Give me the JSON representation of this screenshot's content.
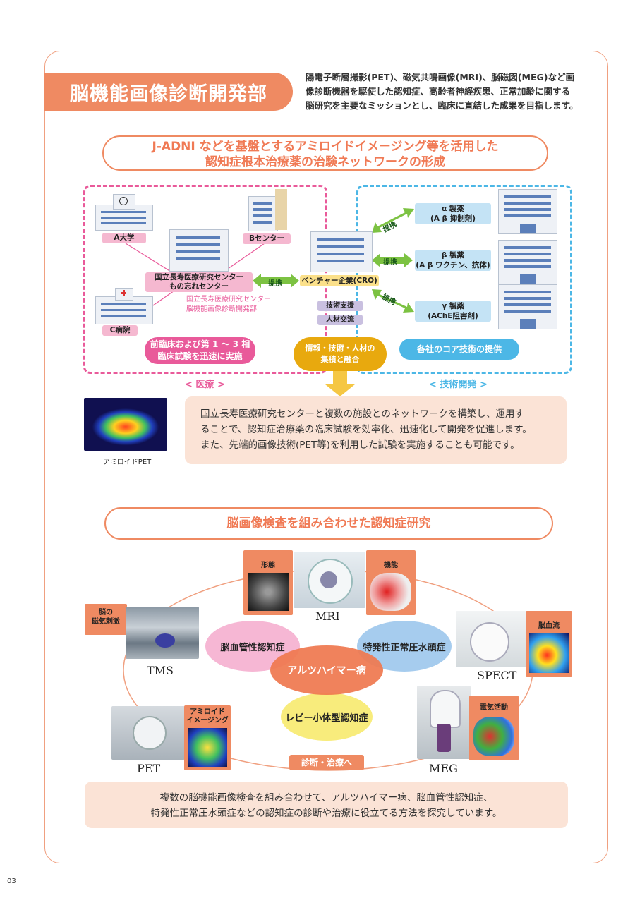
{
  "header": {
    "title": "脳機能画像診断開発部",
    "intro_lines": [
      "陽電子断層撮影(PET)、磁気共鳴画像(MRI)、脳磁図(MEG)など画",
      "像診断機器を駆使した認知症、高齢者神経疾患、正常加齢に関する",
      "脳研究を主要なミッションとし、臨床に直結した成果を目指します。"
    ]
  },
  "section1": {
    "heading_lines": [
      "J-ADNI などを基盤とするアミロイドイメージング等を活用した",
      "認知症根本治療薬の治験ネットワークの形成"
    ],
    "a_univ": "A大学",
    "b_center": "Bセンター",
    "c_hospital": "C病院",
    "ncgg_lines": [
      "国立長寿医療研究センター",
      "もの忘れセンター"
    ],
    "ncgg_sub_lines": [
      "国立長寿医療研究センター",
      "脳機能画像診断開発部"
    ],
    "partner_label": "提携",
    "venture": "ベンチャー企業(CRO)",
    "tech_support": "技術支援",
    "staff_exchange": "人材交流",
    "fusion_lines": [
      "情報・技術・人材の",
      "集積と融合"
    ],
    "clinical_lines": [
      "前臨床および第 1 ～ 3 相",
      "臨床試験を迅速に実施"
    ],
    "core_tech": "各社のコア技術の提供",
    "pharma": [
      {
        "name": "α 製薬",
        "sub": "(A β 抑制剤)"
      },
      {
        "name": "β 製薬",
        "sub": "(A β ワクチン、抗体)"
      },
      {
        "name": "γ 製薬",
        "sub": "(AChE阻害剤)"
      }
    ],
    "medical_label": "< 医療 >",
    "tech_dev_label": "< 技術開発 >",
    "pet_caption": "アミロイドPET",
    "description_lines": [
      "国立長寿医療研究センターと複数の施設とのネットワークを構築し、運用す",
      "ることで、認知症治療薬の臨床試験を効率化、迅速化して開発を促進します。",
      "また、先端的画像技術(PET等)を利用した試験を実施することも可能です。"
    ]
  },
  "section2": {
    "heading": "脳画像検査を組み合わせた認知症研究",
    "tags": {
      "form": "形態",
      "function": "機能",
      "magnetic_lines": [
        "脳の",
        "磁気刺激"
      ],
      "blood_flow": "脳血流",
      "amyloid_lines": [
        "アミロイド",
        "イメージング"
      ],
      "electric": "電気活動"
    },
    "modalities": {
      "mri": "MRI",
      "tms": "TMS",
      "spect": "SPECT",
      "pet": "PET",
      "meg": "MEG"
    },
    "diseases": {
      "vascular": "脳血管性認知症",
      "nph": "特発性正常圧水頭症",
      "alzheimer": "アルツハイマー病",
      "lewy": "レビー小体型認知症"
    },
    "diag_label": "診断・治療へ",
    "description_lines": [
      "複数の脳機能画像検査を組み合わせて、アルツハイマー病、脳血管性認知症、",
      "特発性正常圧水頭症などの認知症の診断や治療に役立てる方法を探究しています。"
    ]
  },
  "page_number": "03",
  "colors": {
    "accent": "#ef8a62",
    "pink": "#e95a9a",
    "blue": "#4cb7e6",
    "green": "#7cc242",
    "gold": "#e8a90e"
  }
}
